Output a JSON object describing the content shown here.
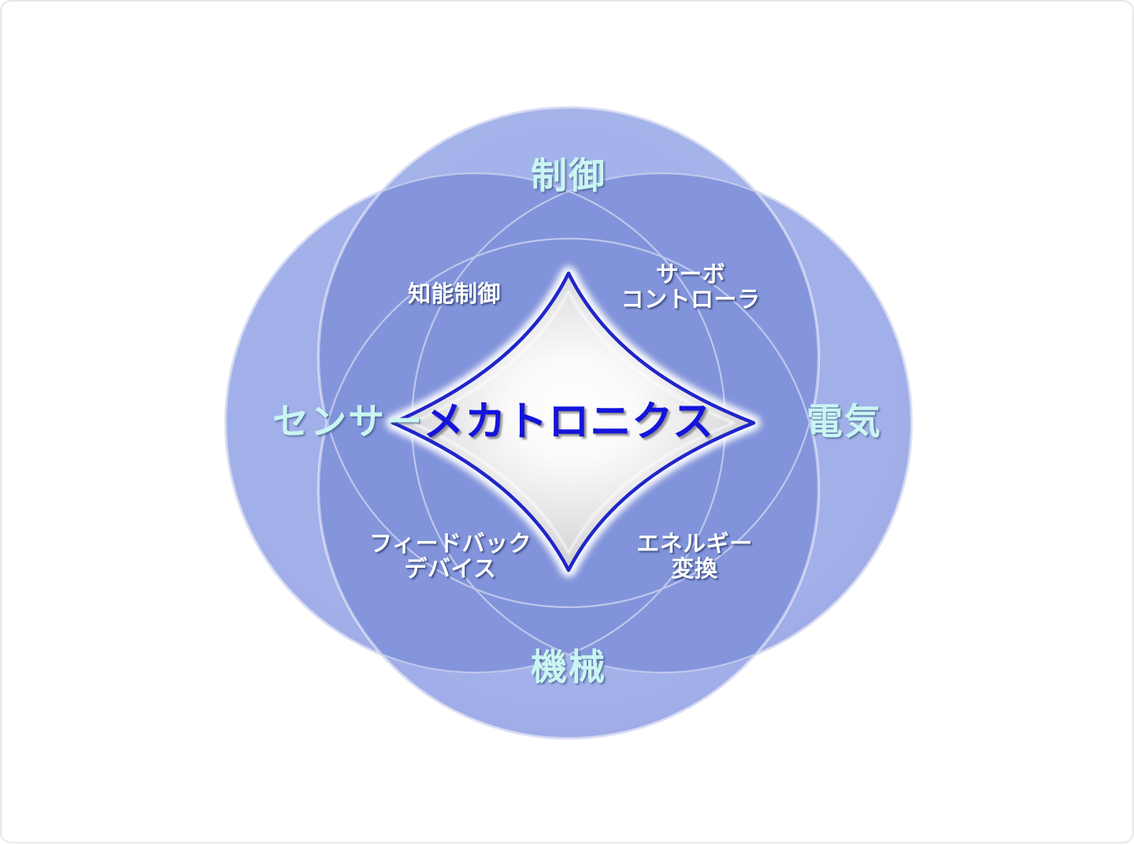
{
  "diagram": {
    "type": "venn",
    "title_center": "メカトロニクス",
    "shape_center": "four-pointed-star",
    "domains": [
      {
        "id": "control",
        "label": "制御",
        "position": "top"
      },
      {
        "id": "sensor",
        "label": "センサー",
        "position": "left"
      },
      {
        "id": "electric",
        "label": "電気",
        "position": "right"
      },
      {
        "id": "mechanical",
        "label": "機械",
        "position": "bottom"
      }
    ],
    "intersections": [
      {
        "id": "intelligent-control",
        "label": "知能制御",
        "position": "top-left",
        "between": [
          "control",
          "sensor"
        ]
      },
      {
        "id": "servo-controller",
        "label": "サーボ\nコントローラ",
        "position": "top-right",
        "between": [
          "control",
          "electric"
        ]
      },
      {
        "id": "feedback-device",
        "label": "フィードバック\nデバイス",
        "position": "bottom-left",
        "between": [
          "sensor",
          "mechanical"
        ]
      },
      {
        "id": "energy-conversion",
        "label": "エネルギー\n変換",
        "position": "bottom-right",
        "between": [
          "electric",
          "mechanical"
        ]
      }
    ],
    "center": {
      "id": "mechatronics",
      "label": "メカトロニクス"
    }
  },
  "colors": {
    "circle_fill_light": "#9aaae8",
    "circle_fill_light_top": "#a8b5ec",
    "circle_overlap": "#7d8ed6",
    "circle_outline": "#d7dcf2",
    "center_border": "#2026c8",
    "center_fill_highlight": "#ffffff",
    "center_fill_edge": "#c9c9cb",
    "domain_label_color": "#c9f6f2",
    "intersection_label_color": "#ffffff",
    "center_label_color": "#1414dc",
    "page_background": "#ffffff",
    "frame_border": "#e8e8e8"
  }
}
